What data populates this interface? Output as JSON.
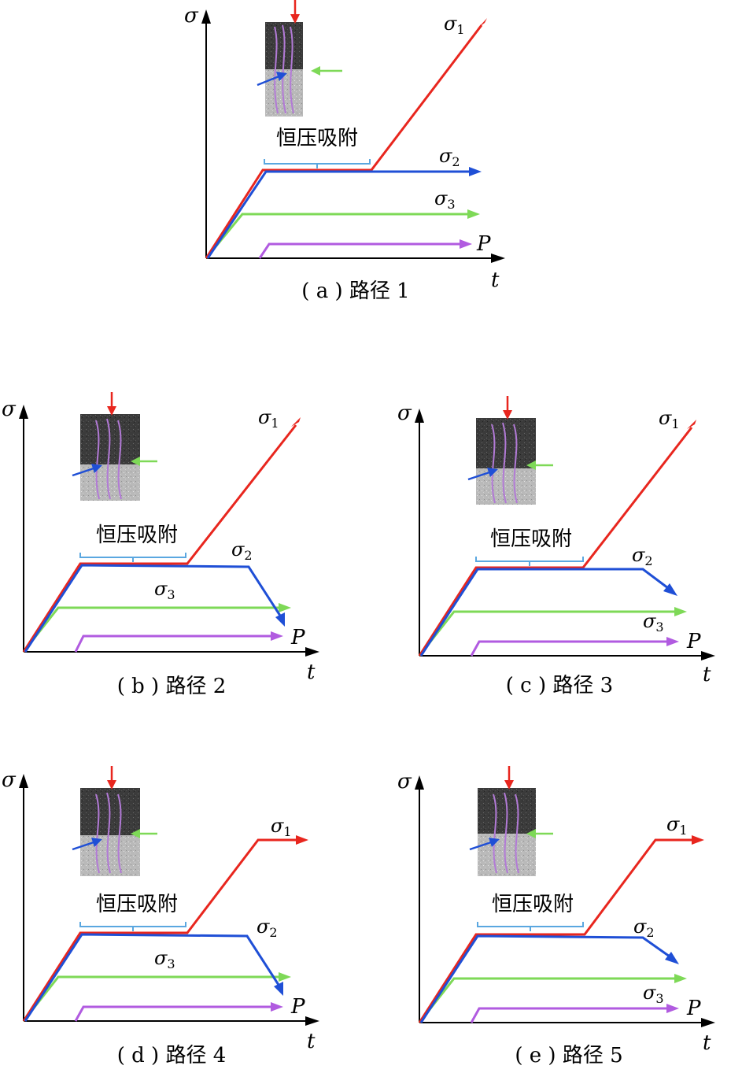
{
  "colors": {
    "sigma1": "#e8261e",
    "sigma2": "#1f4fd6",
    "sigma3": "#7ed957",
    "P": "#b15be0",
    "bracket": "#5aa7e0",
    "axis": "#000000",
    "sample_top": "#3d3d3d",
    "sample_bottom": "#b8b8b8"
  },
  "axis_labels": {
    "y": "σ",
    "x": "t"
  },
  "series_labels": {
    "sigma1": {
      "base": "σ",
      "sub": "1"
    },
    "sigma2": {
      "base": "σ",
      "sub": "2"
    },
    "sigma3": {
      "base": "σ",
      "sub": "3"
    },
    "P": "P"
  },
  "stage_label": "恒压吸附",
  "icons": [
    "rock-sample-icon",
    "load-arrow-icon"
  ],
  "panels": [
    {
      "id": "a",
      "caption": "( a ) 路径 1",
      "path": 1
    },
    {
      "id": "b",
      "caption": "( b ) 路径 2",
      "path": 2
    },
    {
      "id": "c",
      "caption": "( c ) 路径 3",
      "path": 3
    },
    {
      "id": "d",
      "caption": "( d ) 路径 4",
      "path": 4
    },
    {
      "id": "e",
      "caption": "( e ) 路径 5",
      "path": 5
    }
  ]
}
